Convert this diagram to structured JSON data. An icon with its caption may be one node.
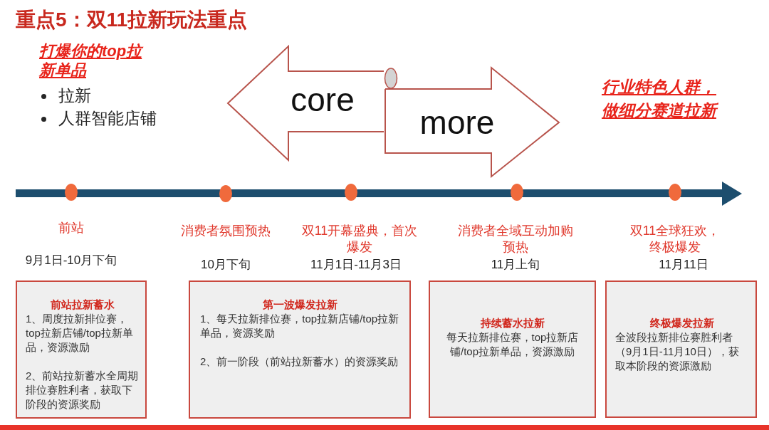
{
  "diagram": {
    "title": "重点5：双11拉新玩法重点",
    "nodes": [
      {
        "text": [
          "core"
        ]
      },
      {
        "text": [
          "more"
        ]
      },
      {
        "text": [],
        "shape": "circle",
        "beside": [
          "前站"
        ]
      },
      {
        "text": [],
        "shape": "circle",
        "beside": [
          "消费者氛围预热"
        ]
      },
      {
        "text": [],
        "shape": "circle",
        "beside": [
          "双11开幕盛典，首次爆发"
        ]
      },
      {
        "text": [],
        "shape": "circle",
        "beside": [
          "消费者全域互动加购预热"
        ]
      },
      {
        "text": [],
        "shape": "circle",
        "beside": [
          "双11全球狂欢，终极爆发"
        ]
      },
      {
        "text": [
          "前站拉新蓄水",
          "1、周度拉新排位赛，top拉新店铺/top拉新单品，资源激励",
          "2、前站拉新蓄水全周期排位赛胜利者，获取下阶段的资源奖励"
        ]
      },
      {
        "text": [
          "第一波爆发拉新",
          "1、每天拉新排位赛，top拉新店铺/top拉新单品，资源奖励",
          "2、前一阶段（前站拉新蓄水）的资源奖励"
        ]
      },
      {
        "text": [
          "持续蓄水拉新",
          "每天拉新排位赛，top拉新店铺/top拉新单品，资源激励"
        ]
      },
      {
        "text": [
          "终极爆发拉新",
          "全波段拉新排位赛胜利者（9月1日-11月10日），获取本阶段的资源激励"
        ]
      }
    ],
    "labels": [
      "打爆你的top拉新单品",
      "拉新",
      "人群智能店铺",
      "行业特色人群，做细分赛道拉新",
      "9月1日-10月下旬",
      "10月下旬",
      "11月1日-11月3日",
      "11月上旬",
      "11月11日"
    ]
  }
}
